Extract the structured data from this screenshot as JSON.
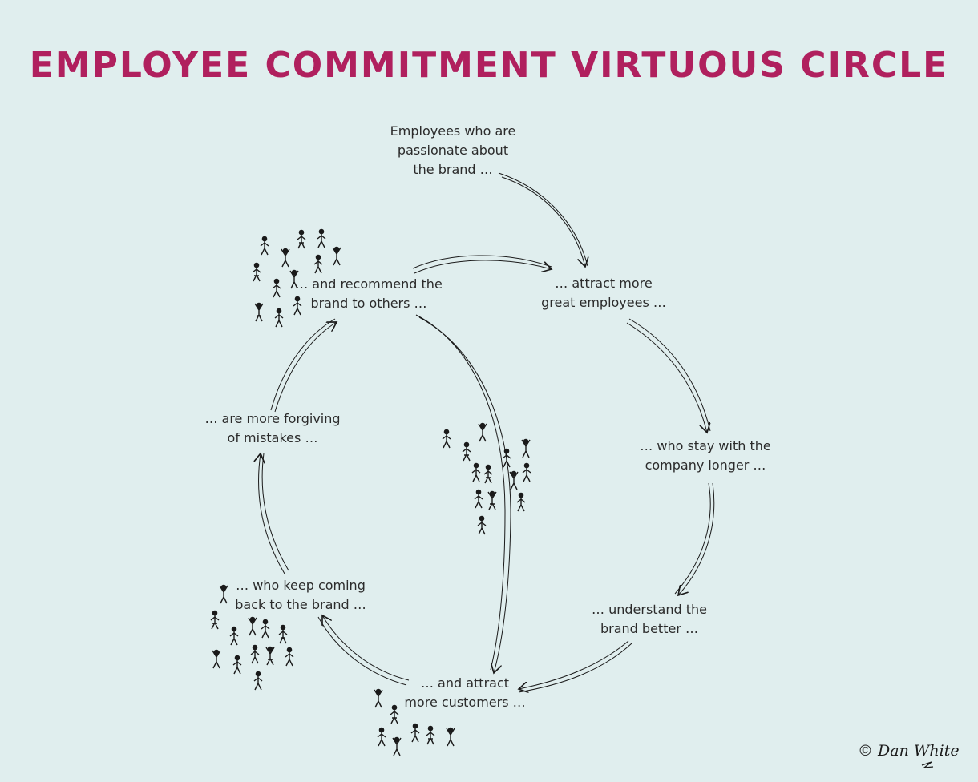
{
  "title": "EMPLOYEE COMMITMENT VIRTUOUS CIRCLE",
  "nodes": {
    "passionate": "Employees who are\npassionate about\nthe brand …",
    "attract_employees": "… attract more\ngreat employees …",
    "stay_longer": "… who stay with the\ncompany longer …",
    "understand": "… understand the\nbrand better …",
    "attract_customers": "… and attract\nmore customers …",
    "keep_coming": "… who keep coming\nback to the brand …",
    "forgiving": "… are more forgiving\nof mistakes …",
    "recommend": "… and recommend the\nbrand to others …"
  },
  "credit": "© Dan White",
  "colors": {
    "background": "#e0eeee",
    "title": "#b0205e",
    "ink": "#1a1a1a"
  },
  "icons": [
    "stick-figure-crowd-icon"
  ]
}
